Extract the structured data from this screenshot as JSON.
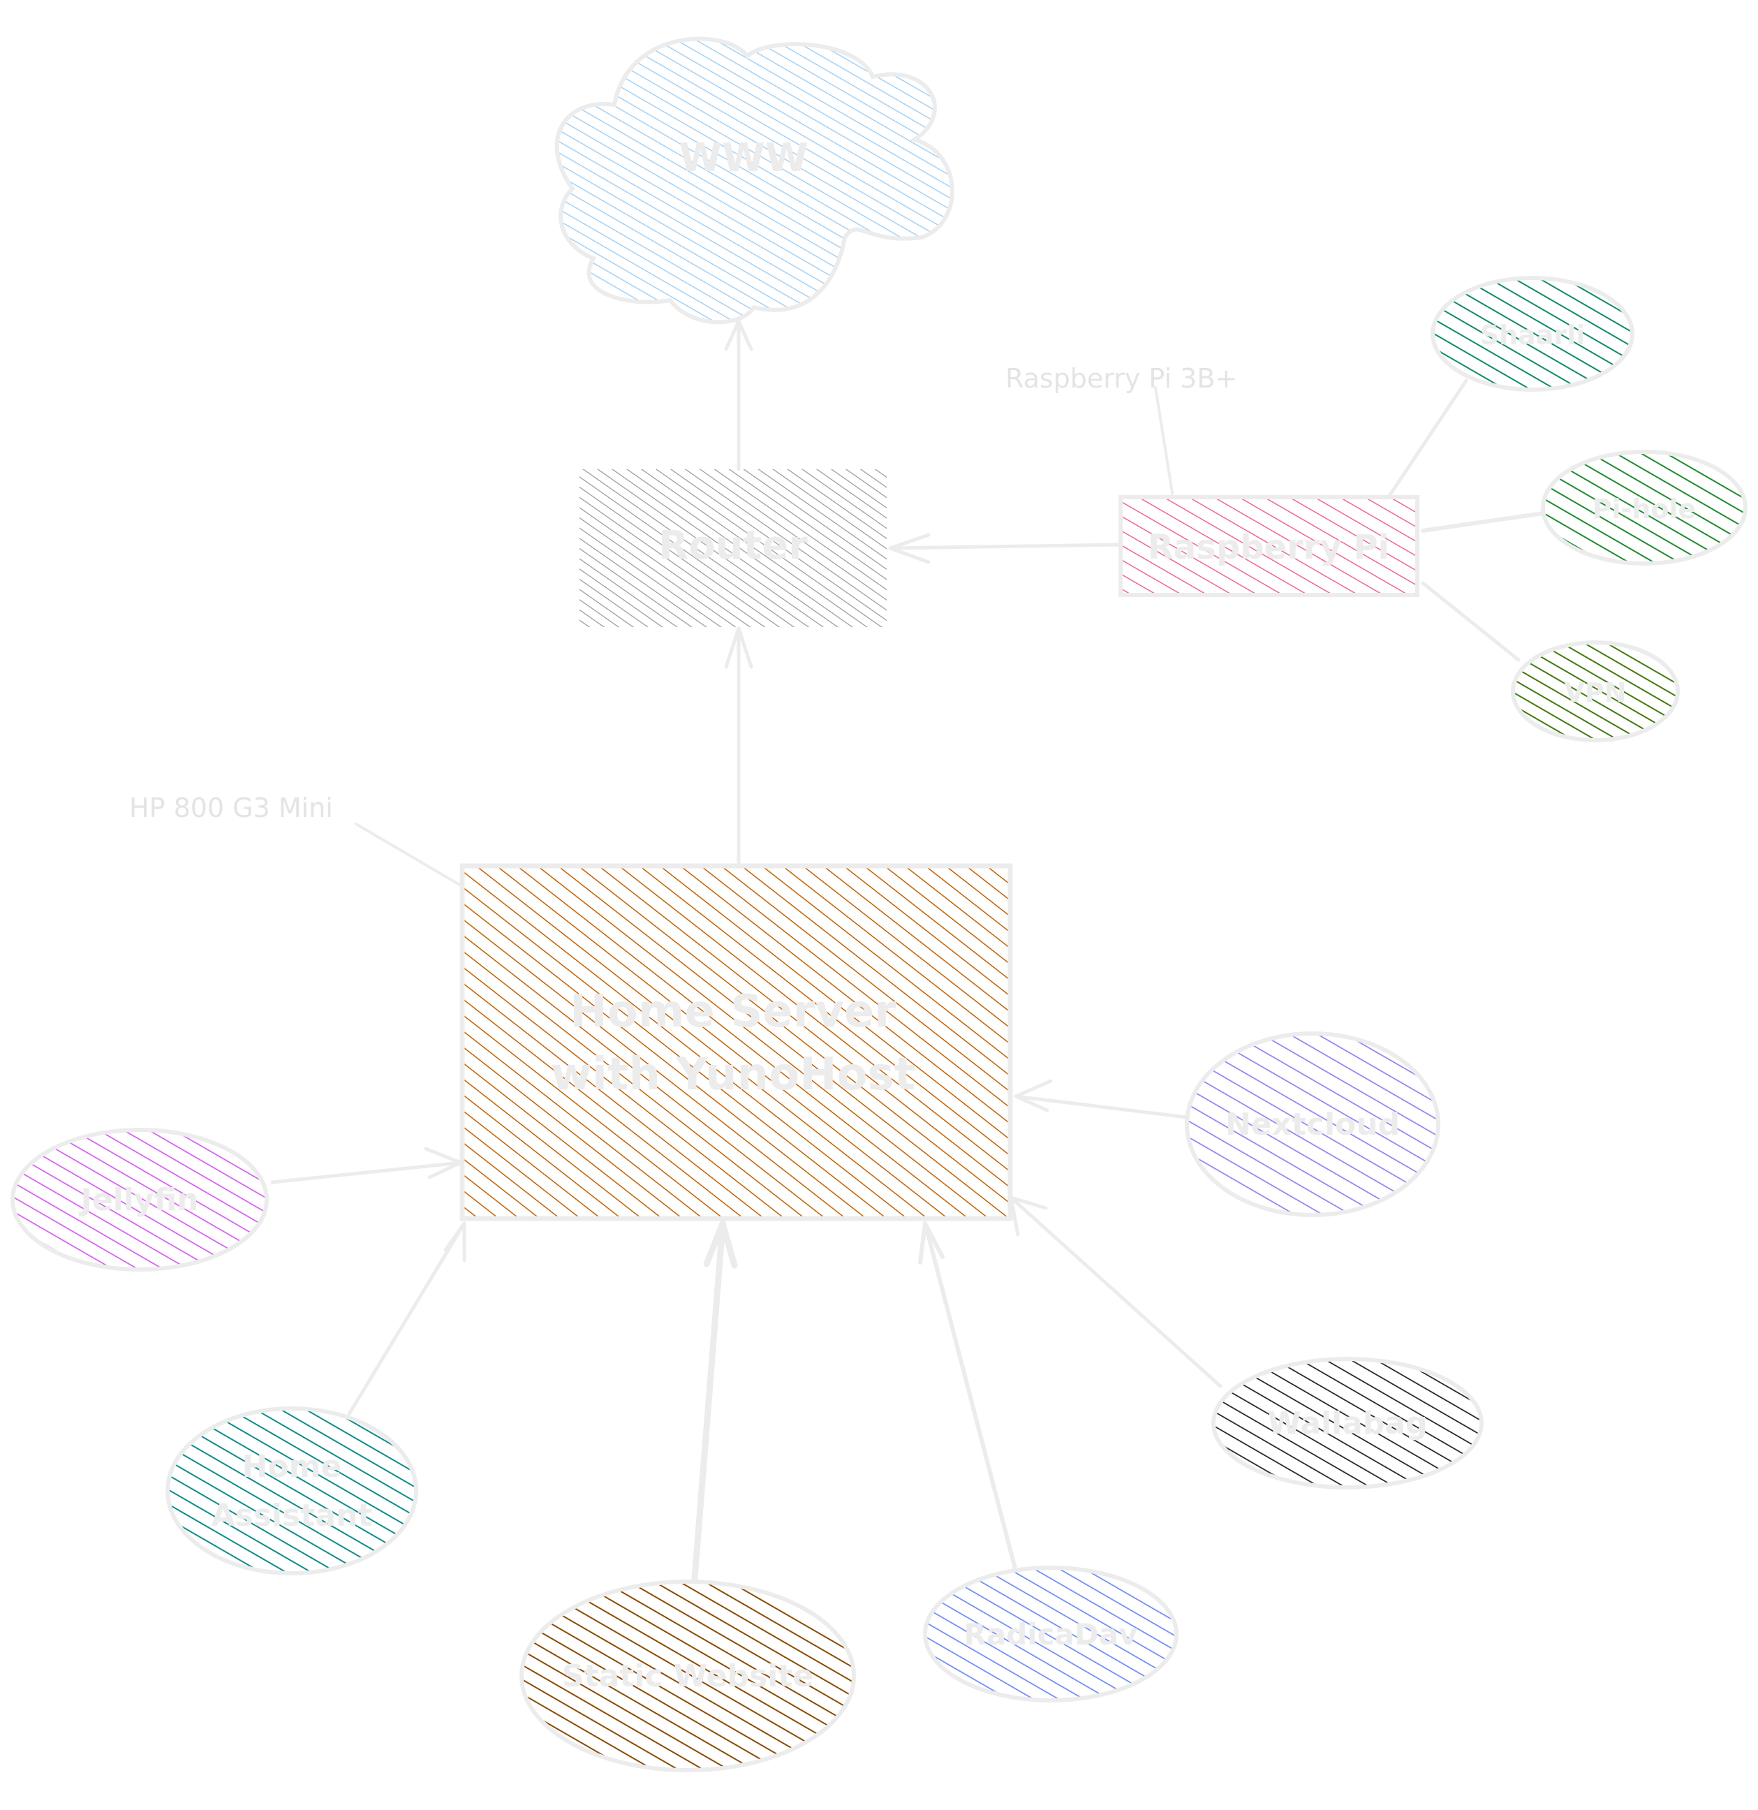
{
  "diagram": {
    "stroke_color": "#ececec",
    "nodes": {
      "www": {
        "label": "WWW",
        "color": "#a5d1f4",
        "shape": "cloud"
      },
      "router": {
        "label": "Router",
        "color": "#9a9a9a",
        "shape": "rectangle"
      },
      "raspberry": {
        "label": "Raspberry Pi",
        "color": "#f06595",
        "shape": "rectangle"
      },
      "homeserver": {
        "label_line1": "Home Server",
        "label_line2": "with YunoHost",
        "color": "#c45f00",
        "shape": "rectangle"
      },
      "svc_pi_1": {
        "label": "Shaarli",
        "color": "#0c8a6a",
        "shape": "ellipse"
      },
      "svc_pi_2": {
        "label": "Pi-hole",
        "color": "#1f8a2e",
        "shape": "ellipse"
      },
      "svc_pi_3": {
        "label": "VPN",
        "color": "#3f7a0b",
        "shape": "ellipse"
      },
      "nextcloud": {
        "label": "Nextcloud",
        "color": "#9a7ff3",
        "shape": "ellipse"
      },
      "jellyfin": {
        "label": "Jellyfin",
        "color": "#d65ef0",
        "shape": "ellipse"
      },
      "homeassistant": {
        "label_line1": "Home",
        "label_line2": "Assistant",
        "color": "#0e8a8a",
        "shape": "ellipse"
      },
      "website": {
        "label": "Static Website",
        "color": "#8a4a00",
        "shape": "ellipse"
      },
      "wallabag": {
        "label": "Wallabag",
        "color": "#222222",
        "shape": "ellipse"
      },
      "radicale": {
        "label": "RadicaDav",
        "color": "#6d8cf5",
        "shape": "ellipse"
      }
    },
    "annotations": {
      "raspberry_model": "Raspberry Pi 3B+",
      "server_model": "HP 800 G3 Mini"
    }
  }
}
